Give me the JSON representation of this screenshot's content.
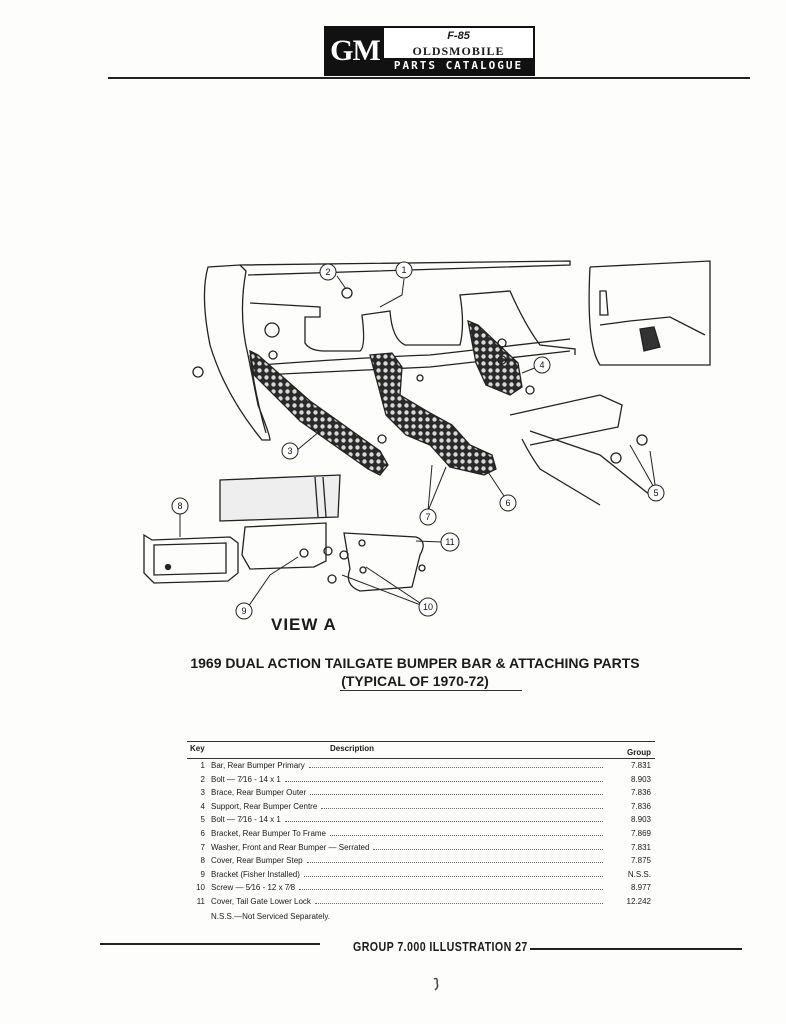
{
  "header": {
    "gm_mark": "GM",
    "model_mark": "F-85",
    "brand": "OLDSMOBILE",
    "catalog": "PARTS CATALOGUE"
  },
  "diagram": {
    "callouts": [
      "1",
      "2",
      "3",
      "4",
      "5",
      "6",
      "7",
      "8",
      "9",
      "10",
      "11"
    ],
    "view_label": "VIEW A"
  },
  "title": {
    "line1": "1969 DUAL ACTION TAILGATE BUMPER BAR & ATTACHING PARTS",
    "line2": "(TYPICAL OF 1970-72)"
  },
  "table": {
    "headers": {
      "key": "Key",
      "description": "Description",
      "group": "Group"
    },
    "rows": [
      {
        "key": "1",
        "description": "Bar, Rear Bumper Primary",
        "group": "7.831"
      },
      {
        "key": "2",
        "description": "Bolt — 7⁄16 - 14 x 1",
        "group": "8.903"
      },
      {
        "key": "3",
        "description": "Brace, Rear Bumper Outer",
        "group": "7.836"
      },
      {
        "key": "4",
        "description": "Support, Rear Bumper Centre",
        "group": "7.836"
      },
      {
        "key": "5",
        "description": "Bolt — 7⁄16 - 14 x 1",
        "group": "8.903"
      },
      {
        "key": "6",
        "description": "Bracket, Rear Bumper To Frame",
        "group": "7.869"
      },
      {
        "key": "7",
        "description": "Washer, Front and Rear Bumper — Serrated",
        "group": "7.831"
      },
      {
        "key": "8",
        "description": "Cover, Rear Bumper Step",
        "group": "7.875"
      },
      {
        "key": "9",
        "description": "Bracket (Fisher Installed)",
        "group": "N.S.S."
      },
      {
        "key": "10",
        "description": "Screw — 5⁄16 - 12 x 7⁄8",
        "group": "8.977"
      },
      {
        "key": "11",
        "description": "Cover, Tail Gate Lower Lock",
        "group": "12.242"
      }
    ],
    "note": "N.S.S.—Not Serviced Separately."
  },
  "footer": {
    "text": "GROUP 7.000 ILLUSTRATION 27"
  }
}
